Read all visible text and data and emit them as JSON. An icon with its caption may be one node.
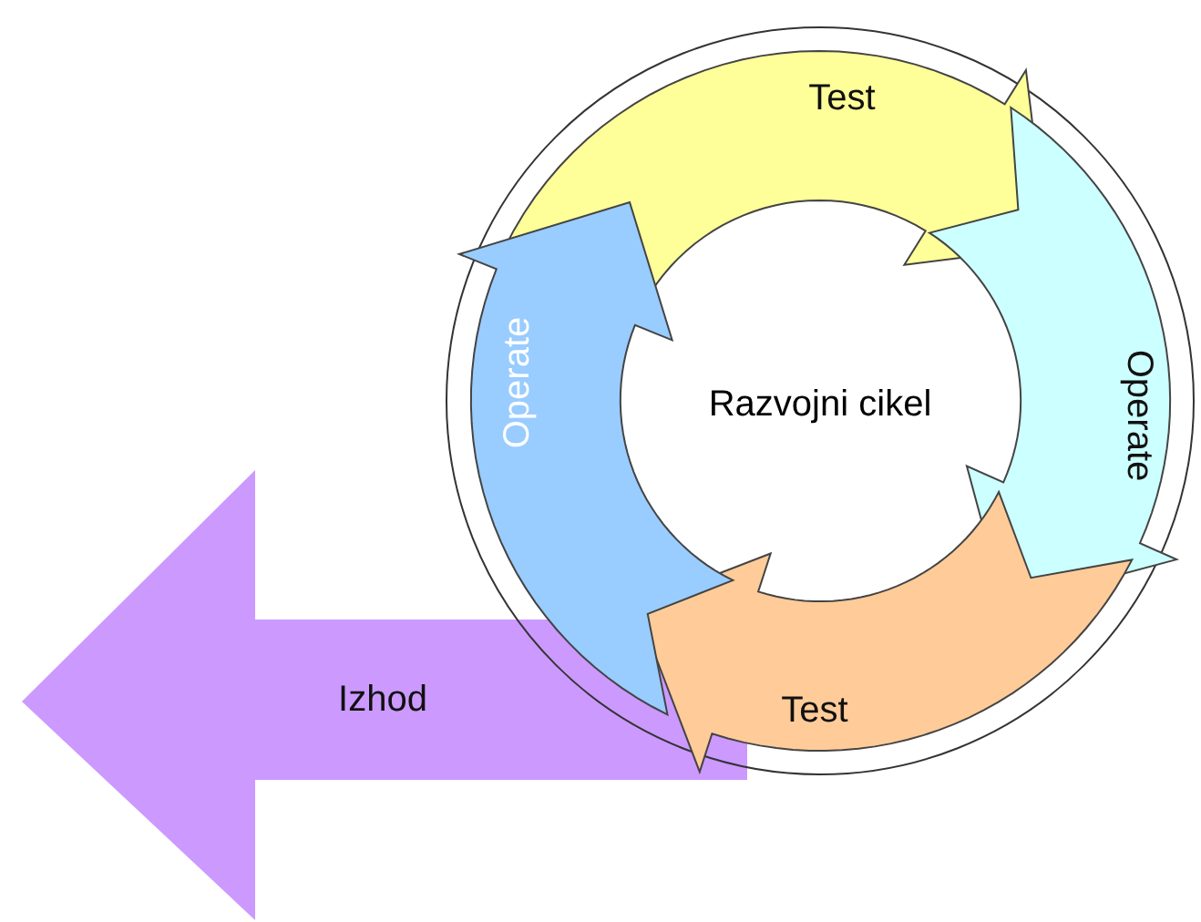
{
  "diagram": {
    "nodes": [
      {
        "text": [
          "Izhod"
        ]
      },
      {
        "text": [
          "Test"
        ]
      },
      {
        "text": [
          "Operate"
        ]
      },
      {
        "text": [
          "Test"
        ]
      },
      {
        "text": [
          "Operate"
        ]
      }
    ],
    "labels": [
      "Razvojni cikel"
    ]
  }
}
